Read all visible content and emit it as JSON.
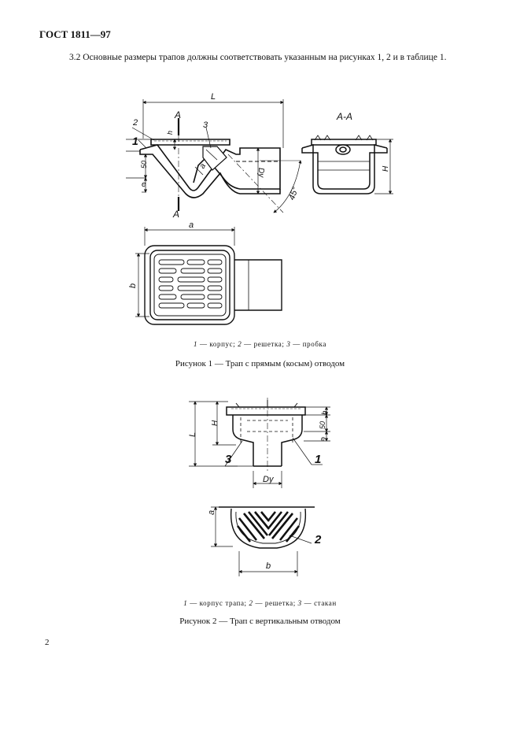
{
  "doc": {
    "header": "ГОСТ 1811—97",
    "paragraph": "3.2 Основные размеры трапов должны соответствовать указанным на рисунках 1, 2 и в таблице 1.",
    "page_number": "2"
  },
  "figure1": {
    "labels": {
      "L": "L",
      "A_top": "A",
      "A_bottom": "A",
      "section": "А-А",
      "n1": "1",
      "n2": "2",
      "n3": "3",
      "h": "h",
      "d50": "50",
      "e": "e",
      "a": "a",
      "Dy": "Dy",
      "angle": "45°",
      "H": "H",
      "plan_a": "a",
      "plan_b": "b"
    },
    "legend": [
      {
        "num": "1",
        "text": " — корпус; "
      },
      {
        "num": "2",
        "text": " — решетка; "
      },
      {
        "num": "3",
        "text": " — пробка"
      }
    ],
    "caption": "Рисунок 1 — Трап с прямым (косым) отводом"
  },
  "figure2": {
    "labels": {
      "h": "h",
      "H": "H",
      "L": "L",
      "d50": "50",
      "e": "e",
      "n1": "1",
      "n2": "2",
      "n3": "3",
      "Dy": "Dy",
      "a": "a",
      "b": "b"
    },
    "legend": [
      {
        "num": "1",
        "text": " — корпус трапа; "
      },
      {
        "num": "2",
        "text": " — решетка; "
      },
      {
        "num": "3",
        "text": " — стакан"
      }
    ],
    "caption": "Рисунок 2 — Трап с вертикальным отводом"
  }
}
